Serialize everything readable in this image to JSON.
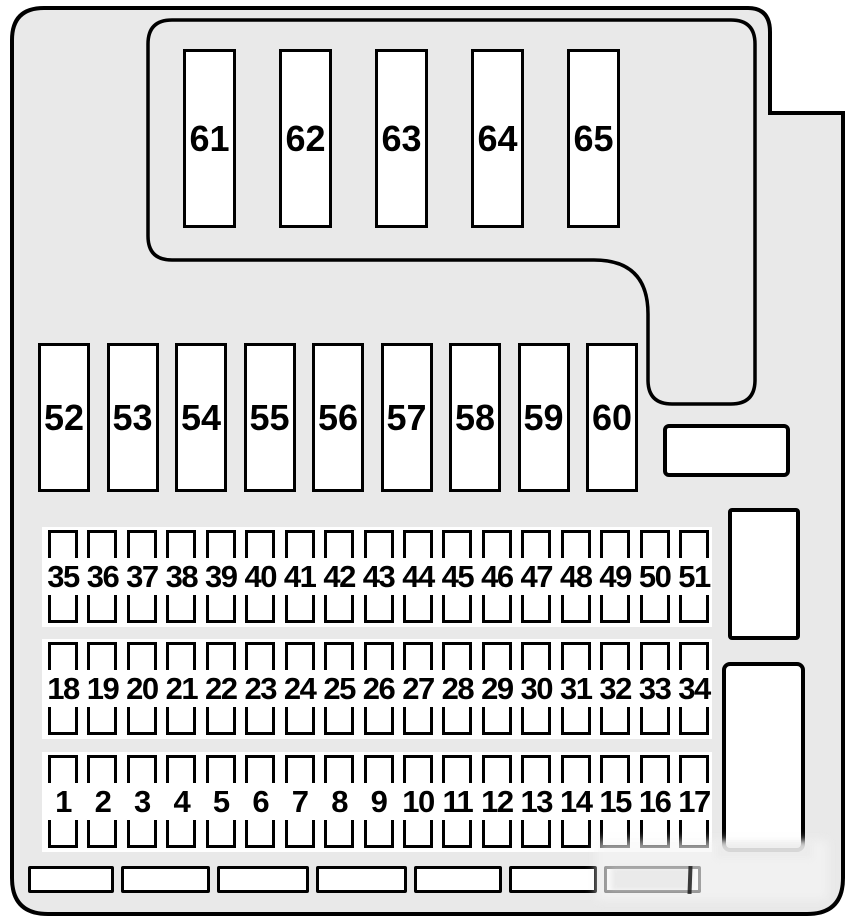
{
  "diagram_type": "fuse-box-layout",
  "colors": {
    "box_fill": "#e9e9e9",
    "fuse_fill": "#ffffff",
    "line": "#000000"
  },
  "fuse_rows": {
    "top": {
      "labels": [
        "61",
        "62",
        "63",
        "64",
        "65"
      ]
    },
    "middle": {
      "labels": [
        "52",
        "53",
        "54",
        "55",
        "56",
        "57",
        "58",
        "59",
        "60"
      ]
    },
    "mini_a": {
      "labels": [
        "35",
        "36",
        "37",
        "38",
        "39",
        "40",
        "41",
        "42",
        "43",
        "44",
        "45",
        "46",
        "47",
        "48",
        "49",
        "50",
        "51"
      ]
    },
    "mini_b": {
      "labels": [
        "18",
        "19",
        "20",
        "21",
        "22",
        "23",
        "24",
        "25",
        "26",
        "27",
        "28",
        "29",
        "30",
        "31",
        "32",
        "33",
        "34"
      ]
    },
    "mini_c": {
      "labels": [
        "1",
        "2",
        "3",
        "4",
        "5",
        "6",
        "7",
        "8",
        "9",
        "10",
        "11",
        "12",
        "13",
        "14",
        "15",
        "16",
        "17"
      ]
    }
  },
  "connectors": {
    "bottom_count": 7,
    "bottom_widths": [
      86,
      89,
      92,
      91,
      88,
      88,
      97
    ],
    "right_unlabeled_count": 3,
    "mid_unlabeled_count": 1
  }
}
